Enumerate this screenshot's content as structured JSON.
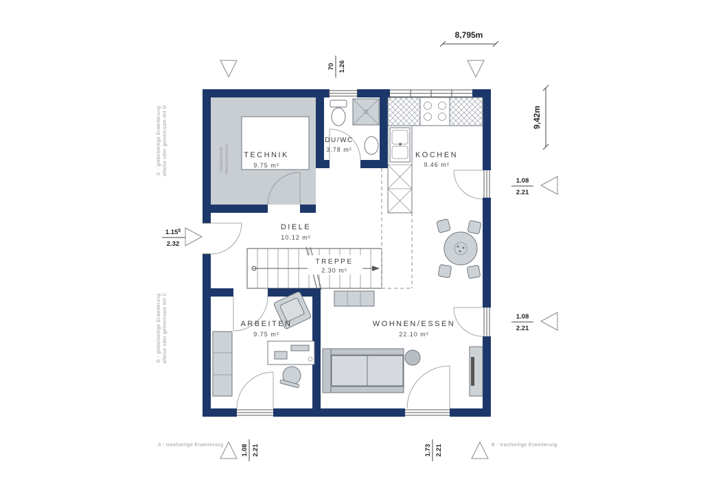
{
  "plan": {
    "rooms": [
      {
        "name": "TECHNIK",
        "area": "9.75 m²"
      },
      {
        "name": "DU/WC",
        "area": "3.78 m²"
      },
      {
        "name": "KOCHEN",
        "area": "9.46 m²"
      },
      {
        "name": "DIELE",
        "area": "10.12 m²"
      },
      {
        "name": "TREPPE",
        "area": "2.30 m²"
      },
      {
        "name": "ARBEITEN",
        "area": "9.75 m²"
      },
      {
        "name": "WOHNEN/ESSEN",
        "area": "22.10 m²"
      }
    ]
  },
  "dimensions": {
    "overall_width": "8,795m",
    "overall_height": "9,42m",
    "top_window_num": "70",
    "top_window_den": "1.26",
    "right_upper_num": "1.08",
    "right_upper_den": "2.21",
    "right_lower_num": "1.08",
    "right_lower_den": "2.21",
    "left_entrance_num": "1.15",
    "left_entrance_sup": "5",
    "left_entrance_den": "2.32",
    "bottom_left_num": "1.08",
    "bottom_left_den": "2.21",
    "bottom_right_num": "1.73",
    "bottom_right_den": "2.21"
  },
  "annotations": {
    "left_top_1": "C - giebelseitige Erweiterung",
    "left_top_2": "alleine oder gemeinsam mit D",
    "left_bottom_1": "D - giebelseitige Erweiterung",
    "left_bottom_2": "alleine oder gemeinsam mit C",
    "bottom_left": "A - traufseitige Erweiterung",
    "bottom_right": "B - traufseitige Erweiterung",
    "technik_note_1": "Haustechnik",
    "technik_note_2": "Hausanschluss"
  },
  "colors": {
    "wall": "#1c3769",
    "room_fill": "#c9ced3",
    "furniture_fill": "#cdd2d6",
    "furniture_stroke": "#6f767d",
    "line": "#555555"
  }
}
